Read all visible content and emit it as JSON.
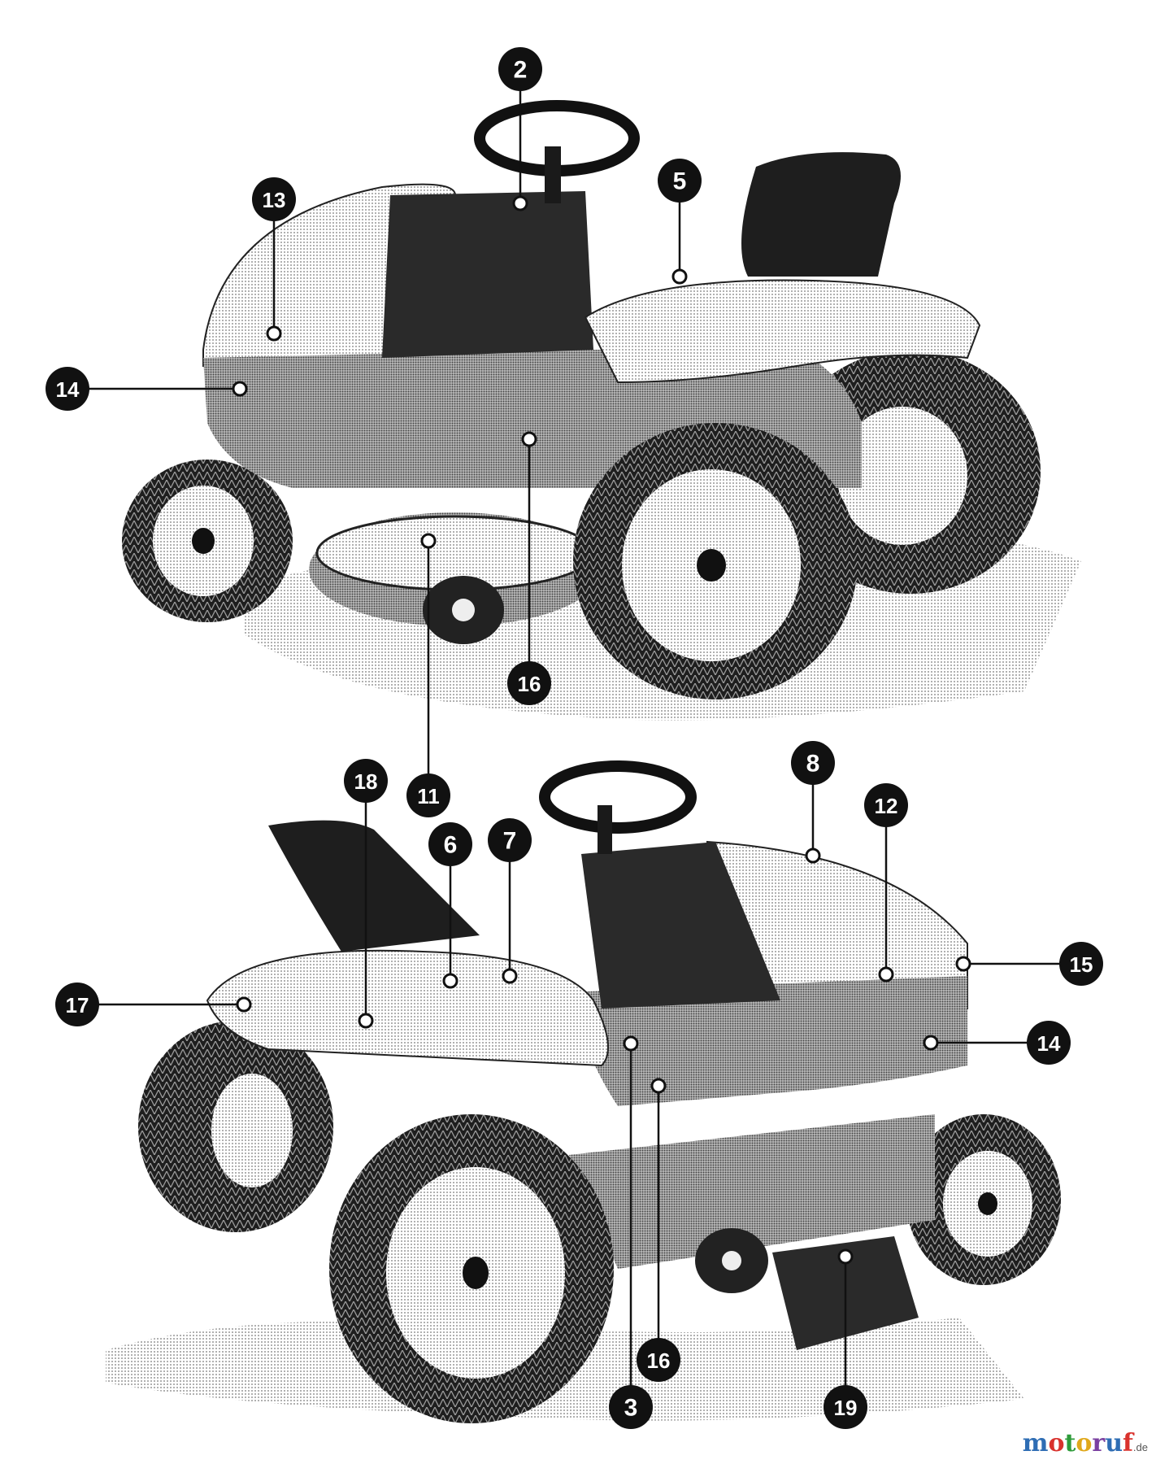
{
  "diagram": {
    "callouts": [
      {
        "id": "c2-top",
        "label": "2"
      },
      {
        "id": "c5-top",
        "label": "5"
      },
      {
        "id": "c13-top",
        "label": "13"
      },
      {
        "id": "c14-top",
        "label": "14"
      },
      {
        "id": "c16-top",
        "label": "16"
      },
      {
        "id": "c11",
        "label": "11"
      },
      {
        "id": "c18",
        "label": "18"
      },
      {
        "id": "c6",
        "label": "6"
      },
      {
        "id": "c7",
        "label": "7"
      },
      {
        "id": "c8",
        "label": "8"
      },
      {
        "id": "c12",
        "label": "12"
      },
      {
        "id": "c15",
        "label": "15"
      },
      {
        "id": "c17",
        "label": "17"
      },
      {
        "id": "c14-bottom",
        "label": "14"
      },
      {
        "id": "c16-bottom",
        "label": "16"
      },
      {
        "id": "c3",
        "label": "3"
      },
      {
        "id": "c19",
        "label": "19"
      }
    ]
  },
  "watermark": {
    "letters": [
      "m",
      "o",
      "t",
      "o",
      "r",
      "u",
      "f"
    ],
    "suffix": ".de"
  },
  "colors": {
    "callout_fill": "#111111",
    "callout_text": "#ffffff",
    "body_dark": "#2a2a2a",
    "body_light": "#f2f2f2",
    "ground": "#cfcfcf",
    "watermark_letters": [
      "#2e6db4",
      "#d9322d",
      "#2e9b3a",
      "#e0a81c",
      "#7a3fa0",
      "#2e6db4",
      "#d9322d"
    ]
  }
}
